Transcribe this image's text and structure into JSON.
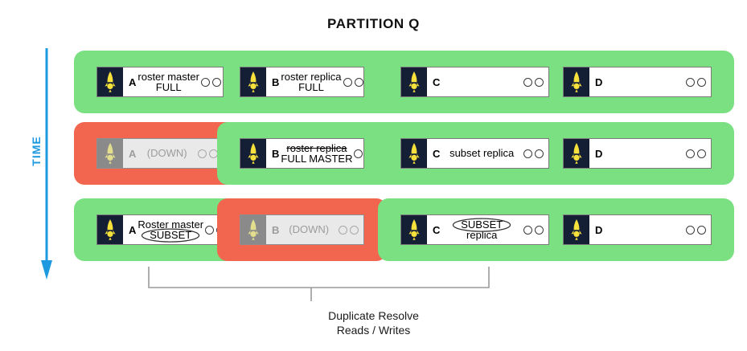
{
  "title": "PARTITION Q",
  "axis": {
    "label": "TIME",
    "color": "#1E9BE0",
    "direction": "downward"
  },
  "colors": {
    "healthy_group": "#7BE081",
    "failed_group": "#F2654F",
    "node_icon": "#141E35",
    "node_icon_glyph": "#F5E03C",
    "offline_icon": "#8A8A8A",
    "offline_body": "#E9E9E9",
    "offline_text": "#9C9C9C",
    "accent": "#1E9BE0"
  },
  "icons": {
    "node": "rocket-icon",
    "dot": "status-dot-icon"
  },
  "rows": [
    {
      "name": "timeline-row-1",
      "groups": [
        {
          "state": "healthy",
          "nodes": [
            {
              "id": "A",
              "status": "up",
              "roles": [
                "roster master",
                "FULL"
              ],
              "strike": [],
              "circled": [],
              "dots": 2
            },
            {
              "id": "B",
              "status": "up",
              "roles": [
                "roster replica",
                "FULL"
              ],
              "strike": [],
              "circled": [],
              "dots": 2
            },
            {
              "id": "C",
              "status": "up",
              "roles": [],
              "strike": [],
              "circled": [],
              "dots": 2
            },
            {
              "id": "D",
              "status": "up",
              "roles": [],
              "strike": [],
              "circled": [],
              "dots": 2
            }
          ]
        }
      ]
    },
    {
      "name": "timeline-row-2",
      "groups": [
        {
          "state": "failed",
          "nodes": [
            {
              "id": "A",
              "status": "down",
              "roles": [
                "(DOWN)"
              ],
              "strike": [],
              "circled": [],
              "dots": 2
            }
          ]
        },
        {
          "state": "healthy",
          "nodes": [
            {
              "id": "B",
              "status": "up",
              "roles": [
                "roster replica",
                "FULL MASTER"
              ],
              "strike": [
                "roster replica"
              ],
              "circled": [],
              "dots": 2
            },
            {
              "id": "C",
              "status": "up",
              "roles": [
                "subset replica"
              ],
              "strike": [],
              "circled": [],
              "dots": 2
            },
            {
              "id": "D",
              "status": "up",
              "roles": [],
              "strike": [],
              "circled": [],
              "dots": 2
            }
          ]
        }
      ]
    },
    {
      "name": "timeline-row-3",
      "groups": [
        {
          "state": "healthy",
          "nodes": [
            {
              "id": "A",
              "status": "up",
              "roles": [
                "Roster master",
                "SUBSET"
              ],
              "strike": [],
              "circled": [
                "SUBSET"
              ],
              "dots": 2
            }
          ]
        },
        {
          "state": "failed",
          "nodes": [
            {
              "id": "B",
              "status": "down",
              "roles": [
                "(DOWN)"
              ],
              "strike": [],
              "circled": [],
              "dots": 2
            }
          ]
        },
        {
          "state": "healthy",
          "nodes": [
            {
              "id": "C",
              "status": "up",
              "roles": [
                "SUBSET",
                "replica"
              ],
              "strike": [],
              "circled": [
                "SUBSET"
              ],
              "dots": 2
            },
            {
              "id": "D",
              "status": "up",
              "roles": [],
              "strike": [],
              "circled": [],
              "dots": 2
            }
          ]
        }
      ]
    }
  ],
  "caption": {
    "line1": "Duplicate Resolve",
    "line2": "Reads / Writes"
  }
}
